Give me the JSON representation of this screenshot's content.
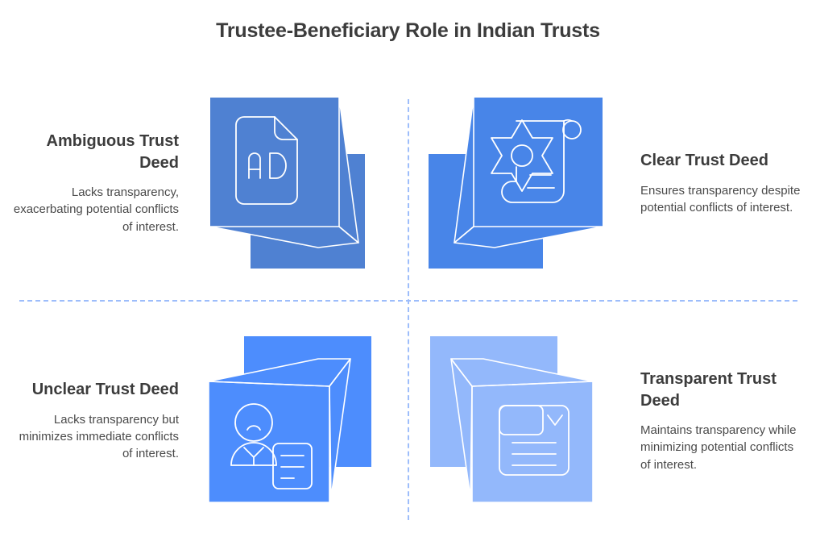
{
  "header": {
    "title": "Trustee-Beneficiary Role in Indian Trusts"
  },
  "colors": {
    "title_text": "#3c3c3c",
    "body_text": "#4a4a4a",
    "divider": "#9dbdfb",
    "panel_top_left": "#4f81d2",
    "panel_top_right": "#4885e8",
    "panel_bottom_left": "#4d8dfd",
    "panel_bottom_right": "#93b8fb",
    "stroke": "#ffffff",
    "background": "#ffffff"
  },
  "quadrants": [
    {
      "id": "ambiguous-trust-deed",
      "position": "top-left",
      "title": "Ambiguous Trust Deed",
      "body": "Lacks transparency, exacerbating potential conflicts of interest.",
      "text_align": "right",
      "icon": "document-ad-icon",
      "icon_label": "AD",
      "panel_color": "#4f81d2"
    },
    {
      "id": "clear-trust-deed",
      "position": "top-right",
      "title": "Clear Trust Deed",
      "body": "Ensures transparency despite potential conflicts of interest.",
      "text_align": "left",
      "icon": "scroll-seal-icon",
      "icon_label": "",
      "panel_color": "#4885e8"
    },
    {
      "id": "unclear-trust-deed",
      "position": "bottom-left",
      "title": "Unclear Trust Deed",
      "body": "Lacks transparency but minimizes immediate conflicts of interest.",
      "text_align": "right",
      "icon": "person-document-icon",
      "icon_label": "",
      "panel_color": "#4d8dfd"
    },
    {
      "id": "transparent-trust-deed",
      "position": "bottom-right",
      "title": "Transparent Trust Deed",
      "body": "Maintains transparency while minimizing potential conflicts of interest.",
      "text_align": "left",
      "icon": "form-dropdown-icon",
      "icon_label": "",
      "panel_color": "#93b8fb"
    }
  ]
}
